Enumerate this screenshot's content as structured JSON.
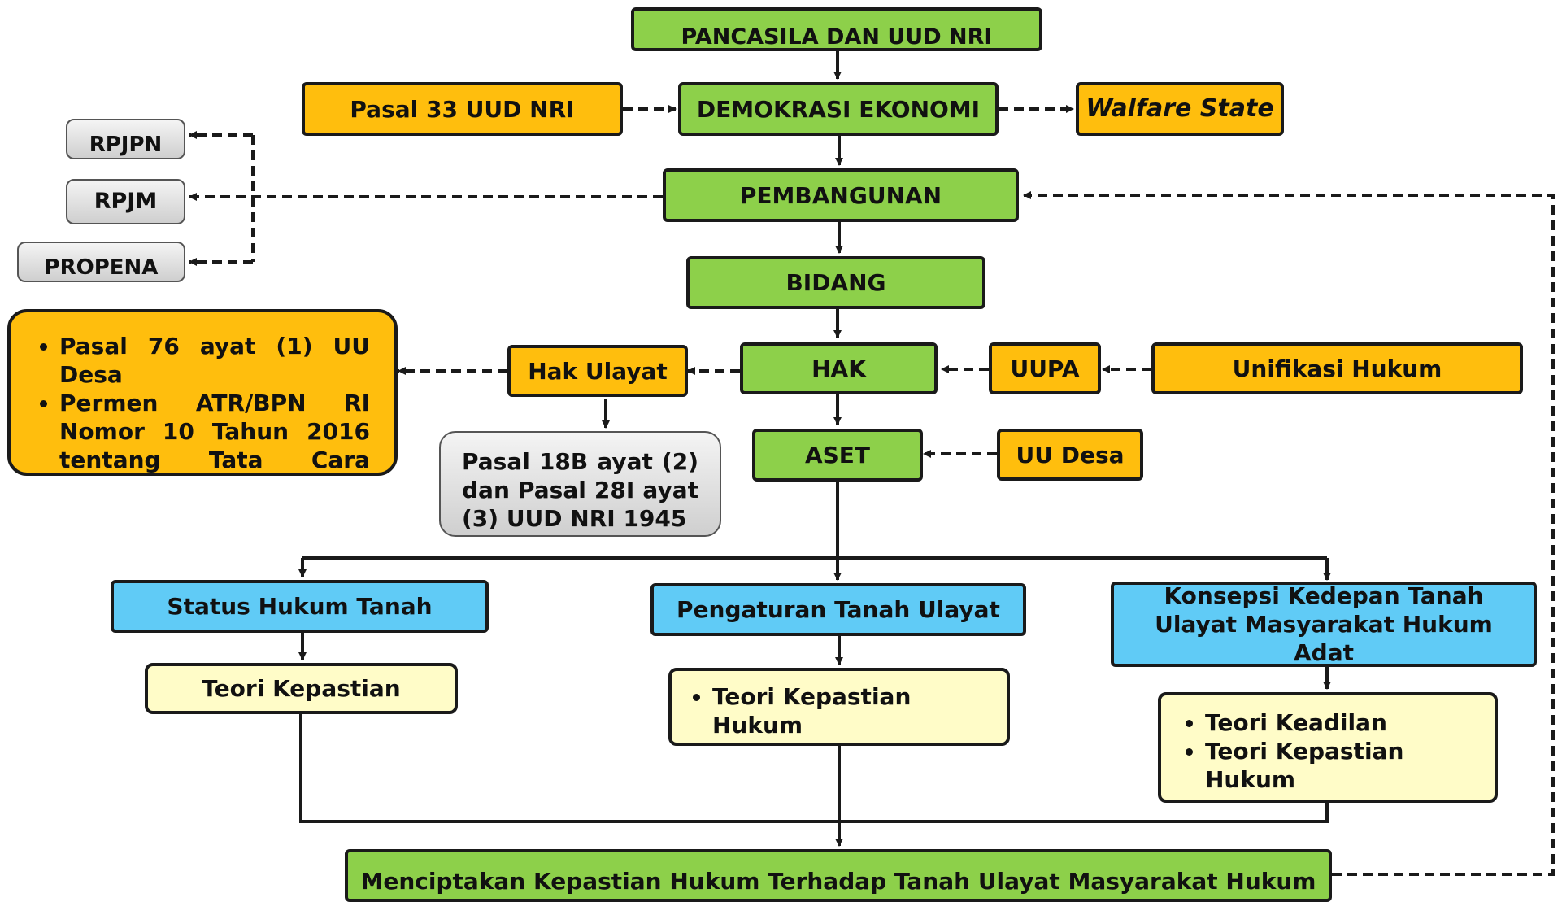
{
  "boxes": {
    "pancasila": "PANCASILA DAN UUD NRI",
    "pasal33": "Pasal 33 UUD NRI",
    "demokrasi": "DEMOKRASI EKONOMI",
    "walfare": "Walfare State",
    "rpjpn": "RPJPN",
    "rpjm": "RPJM",
    "propena": "PROPENA",
    "pembangunan": "PEMBANGUNAN",
    "bidang": "BIDANG",
    "hak": "HAK",
    "uupa": "UUPA",
    "unifikasi": "Unifikasi Hukum",
    "hak_ulayat": "Hak Ulayat",
    "aset": "ASET",
    "uu_desa": "UU Desa",
    "pasal18b": "Pasal 18B ayat (2) dan Pasal 28I ayat (3) UUD NRI 1945",
    "status": "Status Hukum Tanah",
    "pengaturan": "Pengaturan Tanah Ulayat",
    "konsepsi": "Konsepsi Kedepan Tanah Ulayat Masyarakat Hukum Adat",
    "teori_kepastian": "Teori Kepastian",
    "menciptakan": "Menciptakan Kepastian Hukum Terhadap Tanah Ulayat Masyarakat Hukum"
  },
  "lists": {
    "regulasi": [
      "Pasal 76 ayat (1) UU Desa",
      "Permen ATR/BPN RI Nomor 10 Tahun 2016 tentang Tata Cara"
    ],
    "pengaturan_teori": [
      "Teori Kepastian Hukum"
    ],
    "konsepsi_teori": [
      "Teori Keadilan",
      "Teori Kepastian Hukum"
    ]
  },
  "colors": {
    "green": "#8dd04a",
    "orange": "#ffbe0d",
    "blue": "#60cbf6",
    "yellow": "#fffcc8",
    "gray": "#d9d9d9"
  }
}
